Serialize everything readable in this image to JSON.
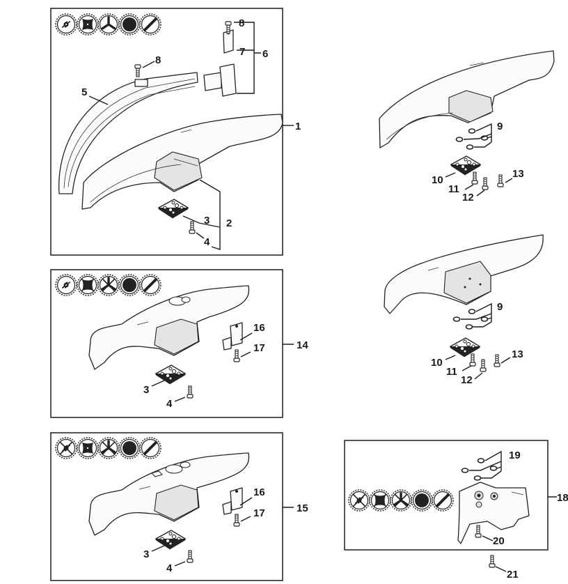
{
  "diagram": {
    "type": "exploded-parts-diagram",
    "colors": {
      "line": "#1a1a1a",
      "frame": "#2a2a2a",
      "background": "#ffffff",
      "part_fill": "#fbfbfb"
    },
    "panels": [
      {
        "id": "assembly-1",
        "callout": "1",
        "tool_icons": [
          "trimmer-head-icon",
          "square-blade-icon",
          "three-tooth-blade-icon",
          "circular-saw-blade-icon",
          "two-blade-cutter-icon"
        ],
        "labels": {
          "guard": "2",
          "plate": "3",
          "screw": "4",
          "skirt": "5",
          "bracket_kit": "6",
          "bracket": "7",
          "bracket_screw": "8",
          "skirt_screw": "8"
        }
      },
      {
        "id": "assembly-upper-right",
        "labels": {
          "washers": "9",
          "plate": "10",
          "screw_a": "11",
          "screw_b": "12",
          "screw_c": "13"
        }
      },
      {
        "id": "assembly-middle-right",
        "labels": {
          "washers": "9",
          "plate": "10",
          "screw_a": "11",
          "screw_b": "12",
          "screw_c": "13"
        }
      },
      {
        "id": "assembly-14",
        "callout": "14",
        "tool_icons": [
          "trimmer-head-icon",
          "crossed-square-blade-icon",
          "crossed-three-tooth-blade-icon",
          "circular-saw-blade-icon",
          "crossed-two-blade-cutter-icon"
        ],
        "labels": {
          "bracket": "16",
          "bracket_screw": "17",
          "plate": "3",
          "screw": "4"
        }
      },
      {
        "id": "assembly-15",
        "callout": "15",
        "tool_icons": [
          "crossed-trimmer-head-icon",
          "square-blade-icon",
          "crossed-three-tooth-blade-icon",
          "circular-saw-blade-icon",
          "crossed-two-blade-cutter-icon"
        ],
        "labels": {
          "bracket": "16",
          "bracket_screw": "17",
          "plate": "3",
          "screw": "4"
        }
      },
      {
        "id": "assembly-18",
        "callout": "18",
        "tool_icons": [
          "crossed-trimmer-head-icon",
          "crossed-square-blade-icon",
          "crossed-three-tooth-blade-icon",
          "circular-saw-blade-icon",
          "crossed-two-blade-cutter-icon"
        ],
        "labels": {
          "washers": "19",
          "screw": "20",
          "extra_screw": "21"
        }
      }
    ]
  }
}
